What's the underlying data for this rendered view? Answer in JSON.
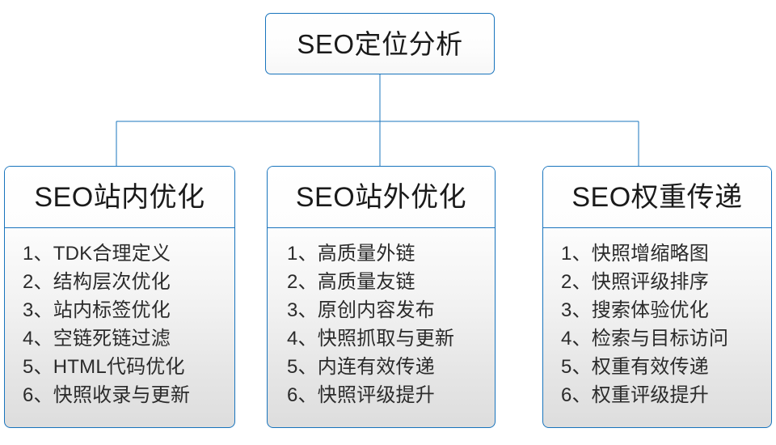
{
  "diagram": {
    "type": "organization-tree",
    "accent_color": "#1874bd",
    "text_color": "#1a1a1a",
    "background_color": "#ffffff",
    "root": {
      "label": "SEO定位分析"
    },
    "branches": [
      {
        "title": "SEO站内优化",
        "items": [
          "1、TDK合理定义",
          "2、结构层次优化",
          "3、站内标签优化",
          "4、空链死链过滤",
          "5、HTML代码优化",
          "6、快照收录与更新"
        ]
      },
      {
        "title": "SEO站外优化",
        "items": [
          "1、高质量外链",
          "2、高质量友链",
          "3、原创内容发布",
          "4、快照抓取与更新",
          "5、内连有效传递",
          "6、快照评级提升"
        ]
      },
      {
        "title": "SEO权重传递",
        "items": [
          "1、快照增缩略图",
          "2、快照评级排序",
          "3、搜索体验优化",
          "4、检索与目标访问",
          "5、权重有效传递",
          "6、权重评级提升"
        ]
      }
    ]
  }
}
